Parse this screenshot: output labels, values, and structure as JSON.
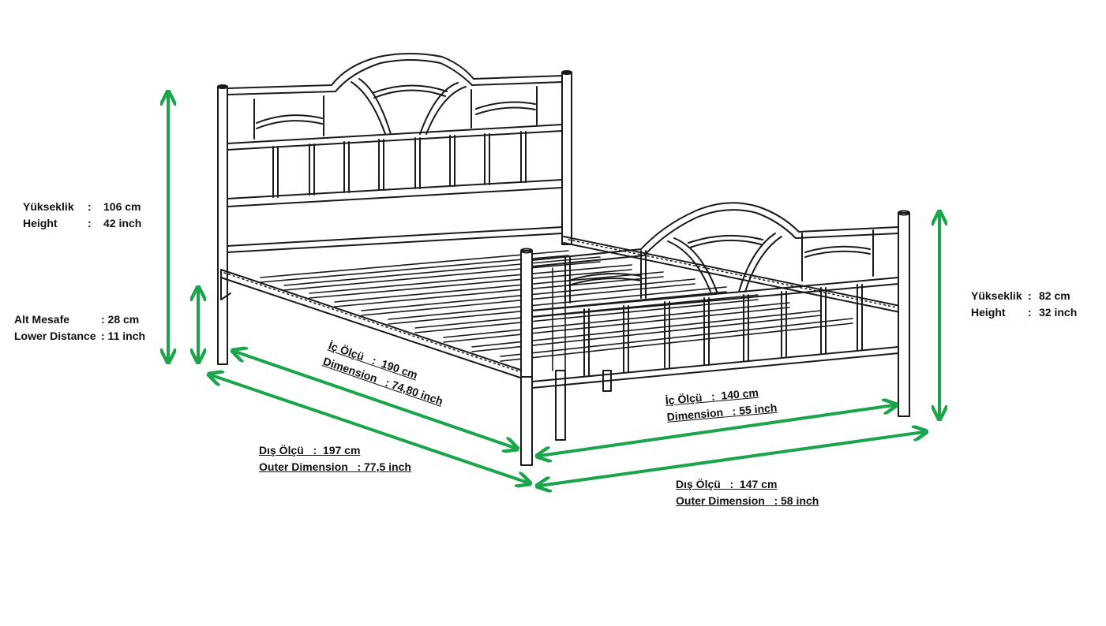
{
  "colors": {
    "arrow": "#1aa54a",
    "line": "#1a1a1a",
    "background": "#ffffff"
  },
  "labels": {
    "head_height": {
      "line1_key": "Yükseklik",
      "line1_sep": ":",
      "line1_val": "106 cm",
      "line2_key": "Height",
      "line2_sep": ":",
      "line2_val": "42 inch"
    },
    "lower_distance": {
      "line1_key": "Alt Mesafe",
      "line1_sep": ": 28 cm",
      "line2_key": "Lower Distance",
      "line2_sep": ": 11 inch"
    },
    "foot_height": {
      "line1_key": "Yükseklik",
      "line1_sep": ":",
      "line1_val": "82 cm",
      "line2_key": "Height",
      "line2_sep": ":",
      "line2_val": "32 inch"
    },
    "inner_length": {
      "line1": "İç Ölçü   :  190 cm",
      "line2": "Dimension   : 74,80 inch"
    },
    "outer_length": {
      "line1": "Dış Ölçü   :  197 cm",
      "line2": "Outer Dimension   : 77,5 inch"
    },
    "inner_width": {
      "line1": "İç Ölçü   :  140 cm",
      "line2": "Dimension   : 55 inch"
    },
    "outer_width": {
      "line1": "Dış Ölçü   :  147 cm",
      "line2": "Outer Dimension   : 58 inch"
    }
  }
}
